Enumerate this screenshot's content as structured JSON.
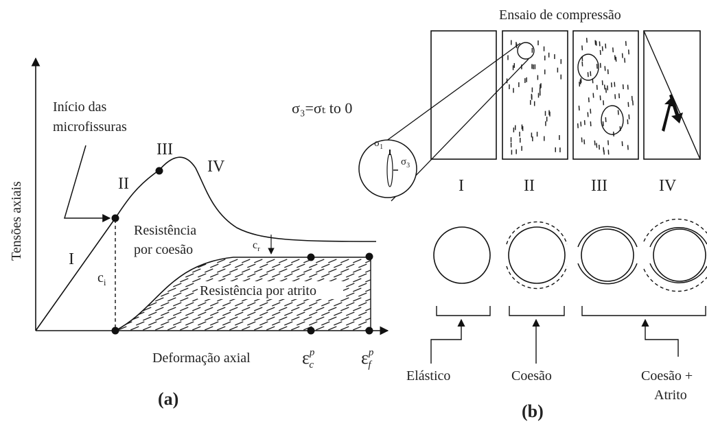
{
  "panel_a": {
    "y_axis_label": "Tensões axiais",
    "x_axis_label": "Deformação axial",
    "callout": [
      "Início das",
      "microfissuras"
    ],
    "stage_labels": [
      "I",
      "II",
      "III",
      "IV"
    ],
    "cohesion_label": [
      "Resistência",
      "por coesão"
    ],
    "friction_label": "Resistência por atrito",
    "ci_label": "c",
    "ci_sub": "i",
    "cr_label": "c",
    "cr_sub": "r",
    "eps_c": "ε",
    "eps_c_sup": "p",
    "eps_c_sub": "c",
    "eps_f": "ε",
    "eps_f_sup": "p",
    "eps_f_sub": "f",
    "caption": "(a)"
  },
  "panel_b": {
    "title": "Ensaio de compressão",
    "stress_condition": "σ₃=σₜ to 0",
    "sigma1": "σ",
    "sigma1_sub": "1",
    "sigma3": "σ",
    "sigma3_sub": "3",
    "stage_labels": [
      "I",
      "II",
      "III",
      "IV"
    ],
    "groups": [
      "Elástico",
      "Coesão",
      "Coesão +",
      "Atrito"
    ],
    "caption": "(b)"
  }
}
